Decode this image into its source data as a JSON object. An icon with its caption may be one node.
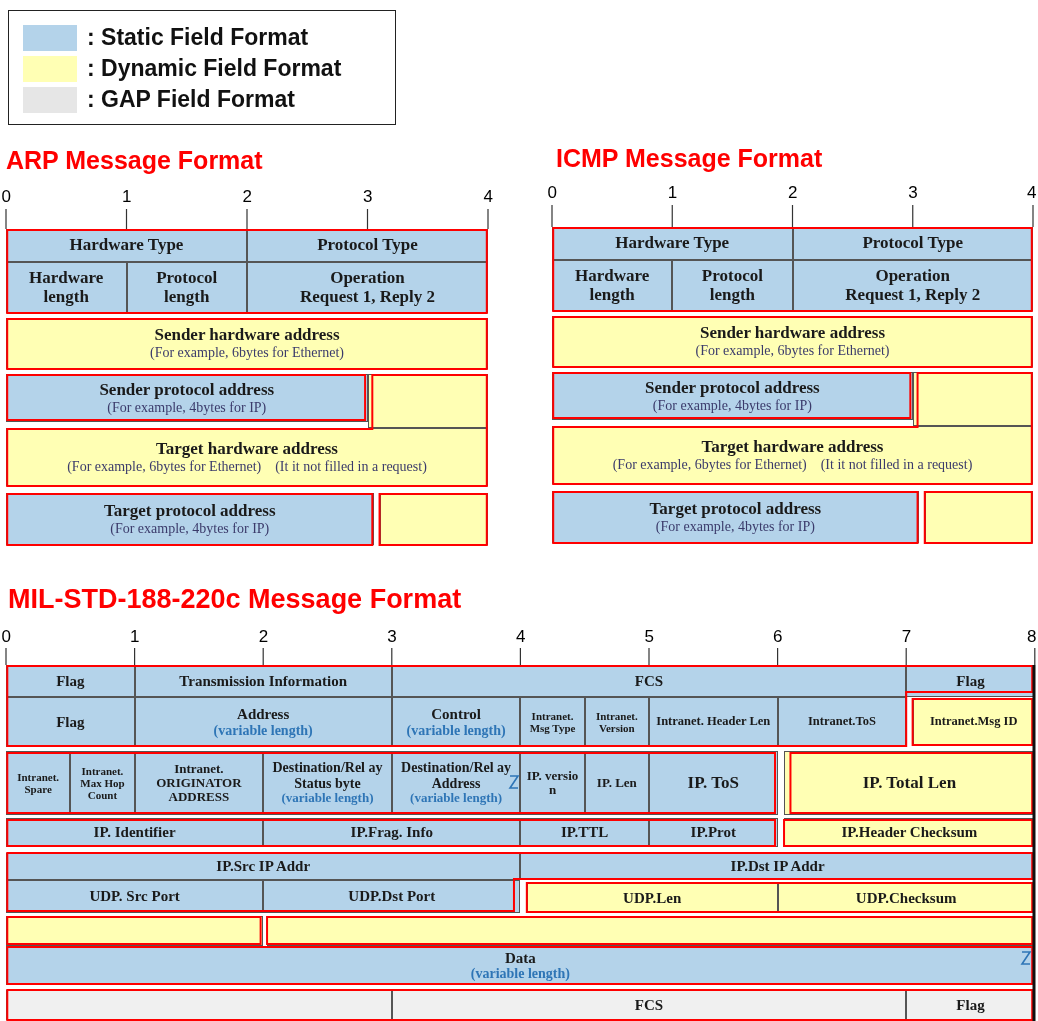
{
  "diagram": {
    "nodes": [
      {
        "text": [
          "Hardware Type"
        ]
      },
      {
        "text": [
          "Protocol Type"
        ]
      },
      {
        "text": [
          "Hardware length"
        ]
      },
      {
        "text": [
          "Protocol length"
        ]
      },
      {
        "text": [
          "Operation",
          "Request 1, Reply 2"
        ]
      },
      {
        "text": [
          "Sender hardware address",
          "(For example,  6bytes for Ethernet)"
        ]
      },
      {
        "text": [
          "Sender protocol address",
          "(For example,  4bytes for IP)"
        ]
      },
      {
        "text": [],
        "shape": "box"
      },
      {
        "text": [
          "Target hardware address",
          "(For example, 6bytes for Ethernet)",
          "(It it not filled in a request)"
        ]
      },
      {
        "text": [
          "Target protocol address",
          "(For example,  4bytes for IP)"
        ]
      },
      {
        "text": [],
        "shape": "box"
      },
      {
        "text": [
          "Hardware Type"
        ]
      },
      {
        "text": [
          "Protocol Type"
        ]
      },
      {
        "text": [
          "Hardware length"
        ]
      },
      {
        "text": [
          "Protocol length"
        ]
      },
      {
        "text": [
          "Operation",
          "Request 1, Reply 2"
        ]
      },
      {
        "text": [
          "Sender hardware address",
          "(For example,  6bytes for Ethernet)"
        ]
      },
      {
        "text": [
          "Sender protocol address",
          "(For example,  4bytes for IP)"
        ]
      },
      {
        "text": [],
        "shape": "box"
      },
      {
        "text": [
          "Target hardware address",
          "(For example, 6bytes for Ethernet)",
          "(It it not filled in a request)"
        ]
      },
      {
        "text": [
          "Target protocol address",
          "(For example,  4bytes for IP)"
        ]
      },
      {
        "text": [],
        "shape": "box"
      },
      {
        "text": [
          "Flag"
        ]
      },
      {
        "text": [
          "Transmission  Information"
        ]
      },
      {
        "text": [
          "FCS"
        ]
      },
      {
        "text": [
          "Flag"
        ]
      },
      {
        "text": [
          "Flag"
        ]
      },
      {
        "text": [
          "Address",
          "(variable length)"
        ]
      },
      {
        "text": [
          "Control",
          "(variable length)"
        ]
      },
      {
        "text": [
          "Intranet. Msg Type"
        ]
      },
      {
        "text": [
          "Intranet. Version"
        ]
      },
      {
        "text": [
          "Intranet. Header Len"
        ]
      },
      {
        "text": [
          "Intranet.ToS"
        ]
      },
      {
        "text": [
          "Intranet.Msg ID"
        ]
      },
      {
        "text": [
          "Intranet. Spare"
        ]
      },
      {
        "text": [
          "Intranet. Max Hop Count"
        ]
      },
      {
        "text": [
          "Intranet. ORIGINATOR ADDRESS"
        ]
      },
      {
        "text": [
          "Destination/Rel ay Status byte",
          "(variable length)"
        ]
      },
      {
        "text": [
          "Destination/Rel ay Address",
          "(variable length)"
        ]
      },
      {
        "text": [
          "IP. versio n"
        ]
      },
      {
        "text": [
          "IP. Len"
        ]
      },
      {
        "text": [
          "IP. ToS"
        ]
      },
      {
        "text": [
          "IP. Total Len"
        ]
      },
      {
        "text": [
          "IP. Identifier"
        ]
      },
      {
        "text": [
          "IP.Frag.  Info"
        ]
      },
      {
        "text": [
          "IP.TTL"
        ]
      },
      {
        "text": [
          "IP.Prot"
        ]
      },
      {
        "text": [
          "IP.Header Checksum"
        ]
      },
      {
        "text": [
          "IP.Src IP Addr"
        ]
      },
      {
        "text": [
          "IP.Dst IP Addr"
        ]
      },
      {
        "text": [
          "UDP. Src Port"
        ]
      },
      {
        "text": [
          "UDP.Dst Port"
        ]
      },
      {
        "text": [
          "UDP.Len"
        ]
      },
      {
        "text": [
          "UDP.Checksum"
        ]
      },
      {
        "text": [],
        "shape": "box"
      },
      {
        "text": [],
        "shape": "box"
      },
      {
        "text": [
          "Data",
          "(variable length)"
        ]
      },
      {
        "text": [],
        "shape": "box"
      },
      {
        "text": [
          "FCS"
        ]
      },
      {
        "text": [
          "Flag"
        ]
      }
    ],
    "labels": [
      "ARP Message Format",
      "ICMP Message Format",
      "0",
      "1",
      "2",
      "3",
      "4",
      "0",
      "1",
      "2",
      "3",
      "4",
      "MIL-STD-188-220c Message Format",
      "0",
      "1",
      "2",
      "3",
      "4",
      "5",
      "6",
      "7",
      "8"
    ],
    "legend": [
      {
        "text": ": Static Field Format",
        "color": "#b4d3ea"
      },
      {
        "text": ": Dynamic Field Format",
        "color": "#ffffb4"
      },
      {
        "text": ": GAP Field Format",
        "color": "#e6e6e6"
      }
    ]
  }
}
